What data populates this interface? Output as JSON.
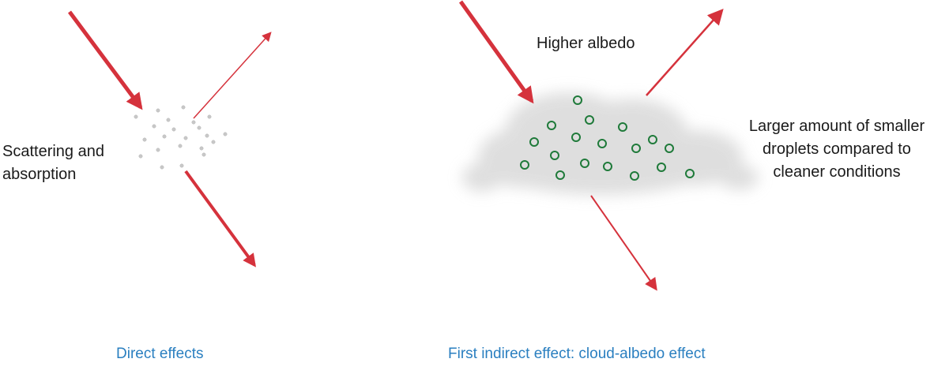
{
  "colors": {
    "arrow": "#d5323c",
    "caption": "#2a7fc0",
    "droplet": "#1f7a3a",
    "aerosol": "#c8c8c8",
    "cloud": "#d9d9d9",
    "text": "#1a1a1a"
  },
  "panels": [
    {
      "caption": "Direct effects",
      "labels": {
        "scatter_line1": "Scattering and",
        "scatter_line2": "absorption"
      }
    },
    {
      "caption": "First indirect effect: cloud-albedo effect",
      "labels": {
        "albedo": "Higher albedo",
        "droplets_line1": "Larger amount of smaller",
        "droplets_line2": "droplets compared to",
        "droplets_line3": "cleaner conditions"
      }
    }
  ]
}
